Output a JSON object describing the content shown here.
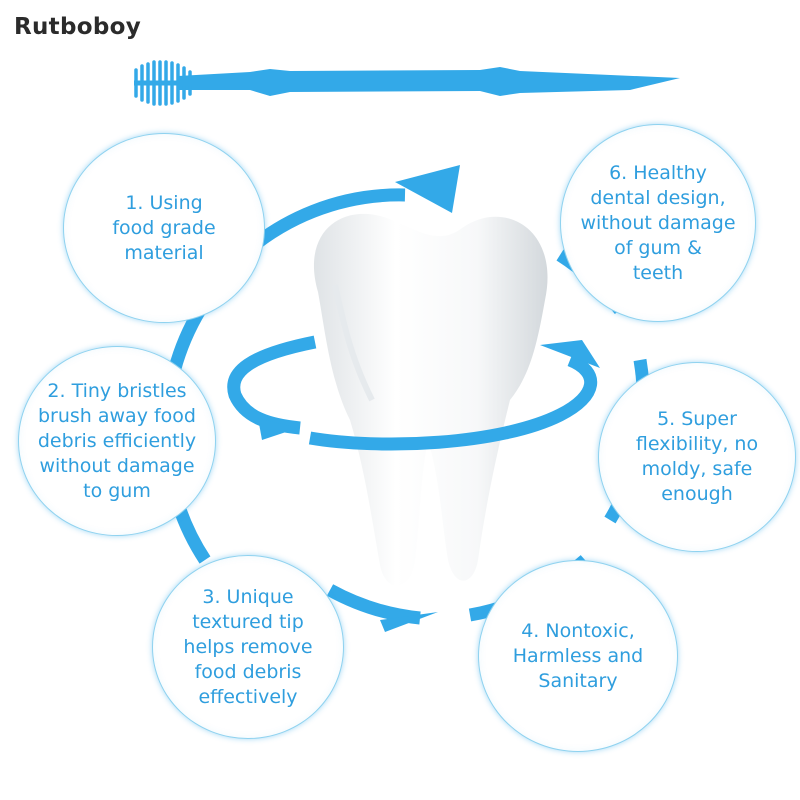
{
  "brand": "Rutboboy",
  "features": [
    {
      "text": "1. Using\nfood grade\nmaterial"
    },
    {
      "text": "2. Tiny bristles\nbrush away food\ndebris efficiently\nwithout damage\nto gum"
    },
    {
      "text": "3. Unique\ntextured tip\nhelps remove\nfood debris\neffectively"
    },
    {
      "text": "4. Nontoxic,\nHarmless and\nSanitary"
    },
    {
      "text": "5. Super\nflexibility, no\nmoldy, safe\nenough"
    },
    {
      "text": "6. Healthy\ndental design,\nwithout damage\nof gum &\nteeth"
    }
  ],
  "colors": {
    "accent": "#33a9e8",
    "text": "#2f9ede",
    "brand_text": "#2b2b2b"
  }
}
